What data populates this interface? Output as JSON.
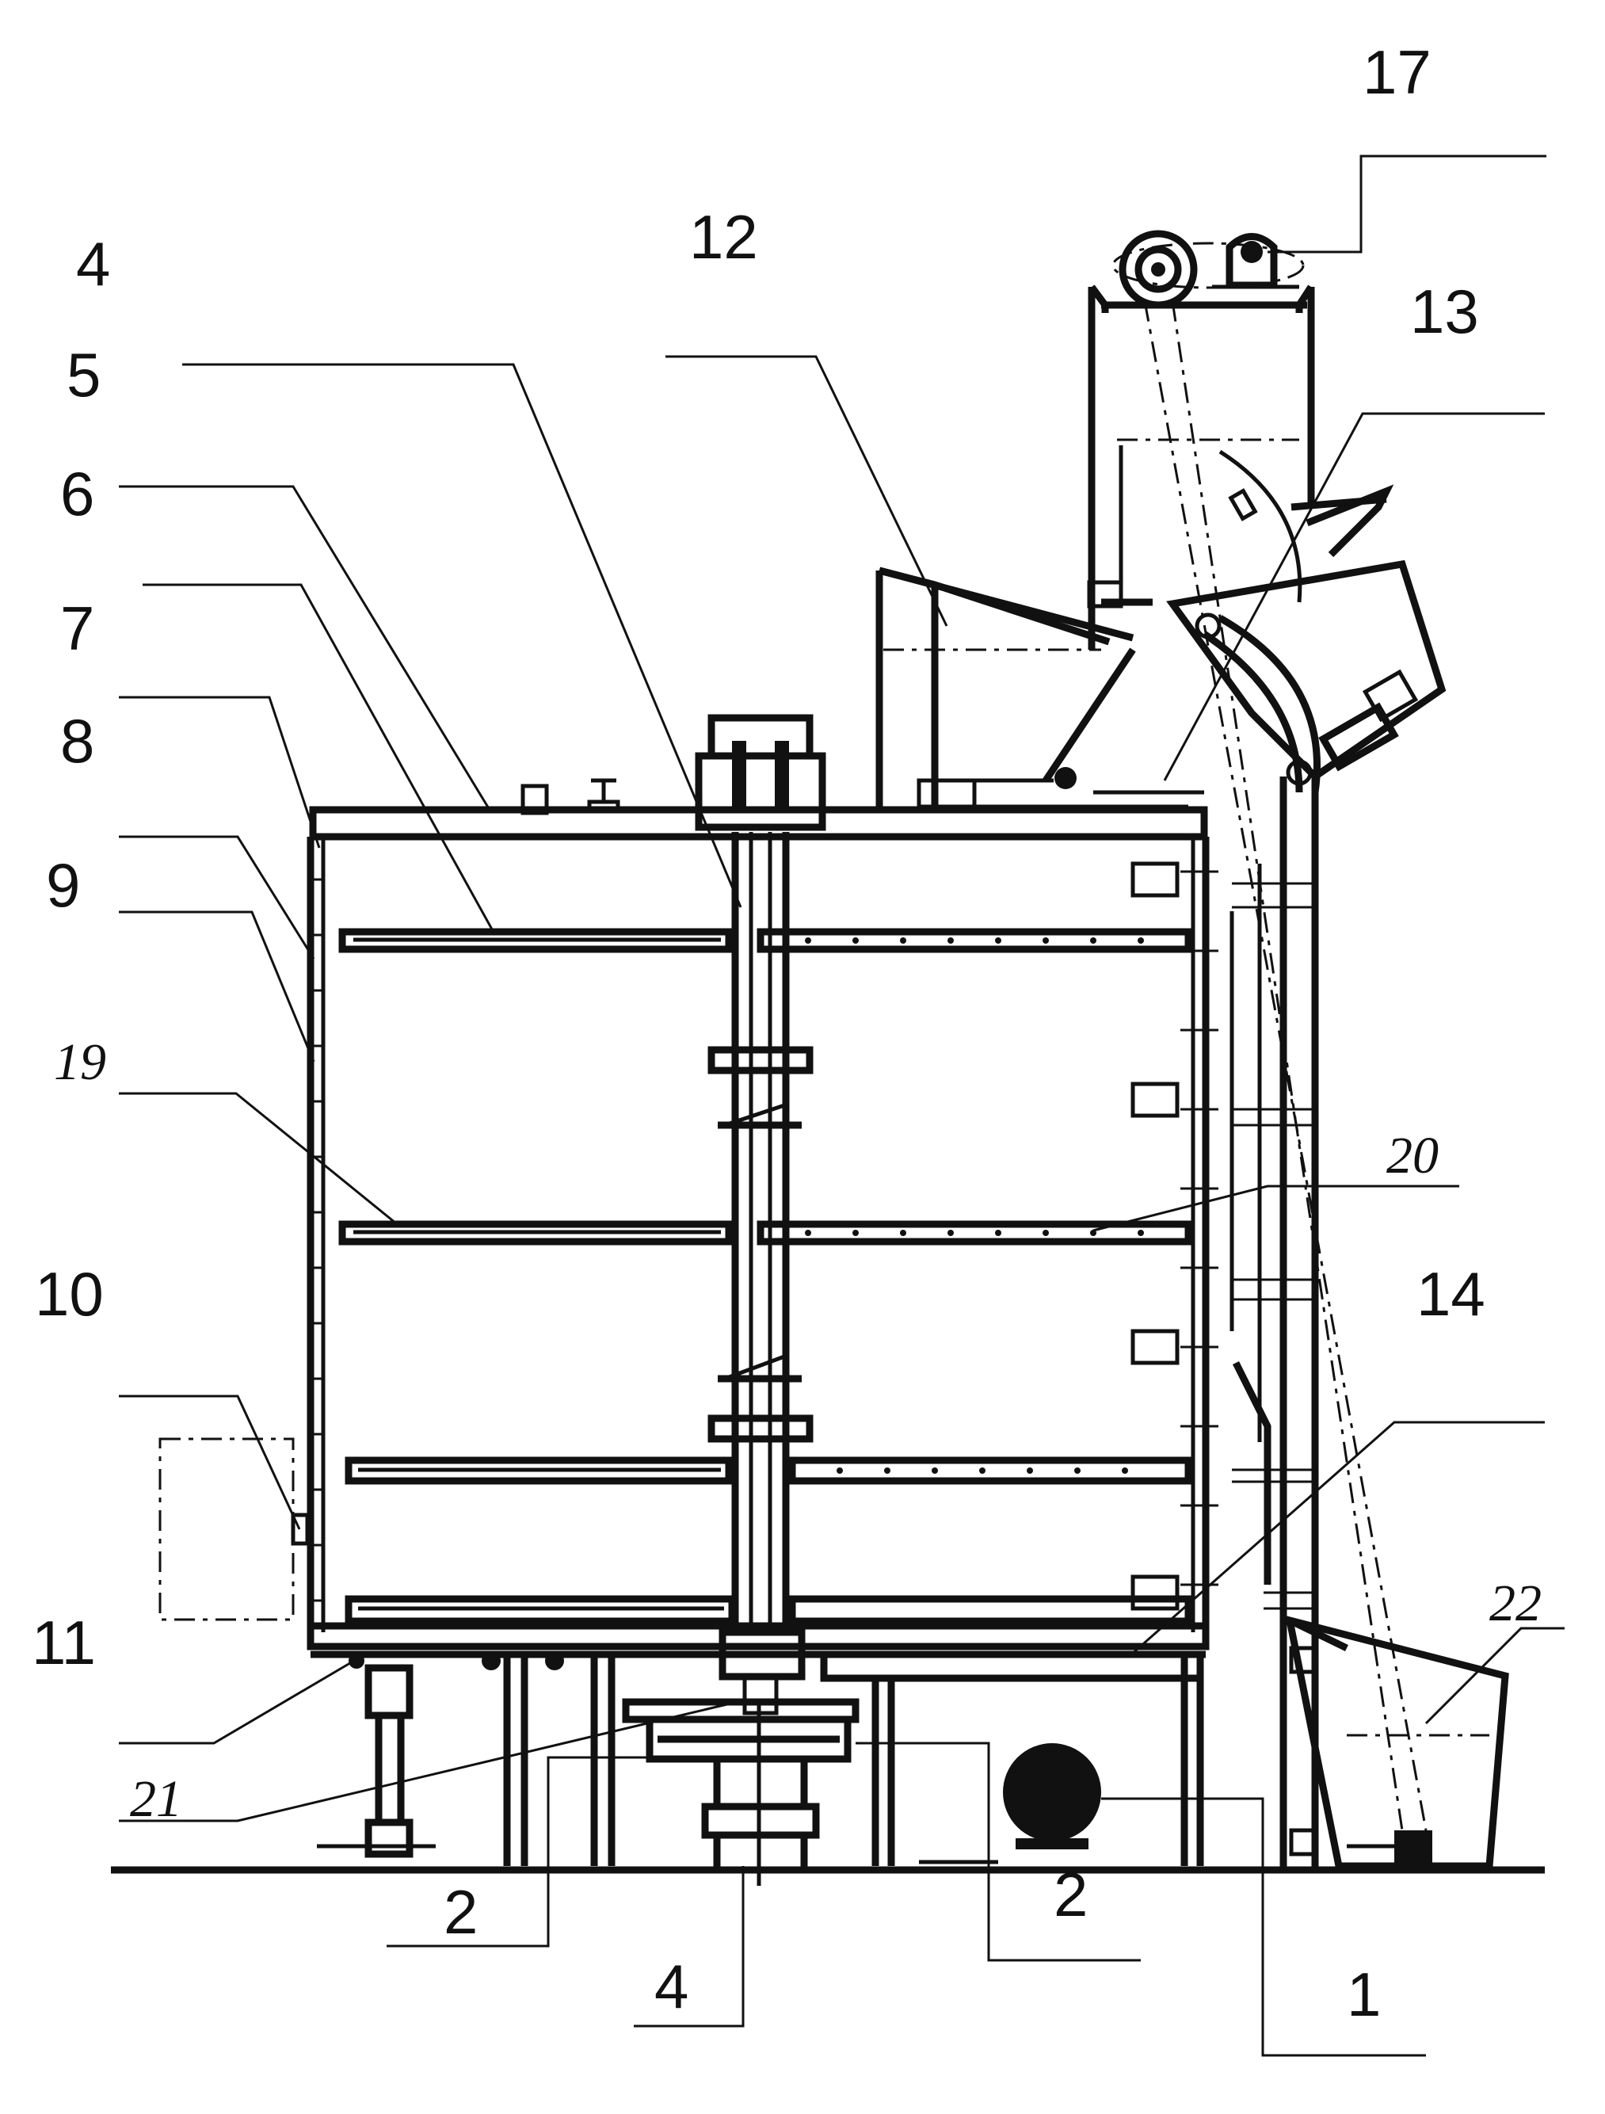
{
  "labels": {
    "l17": "17",
    "l4a": "4",
    "l12": "12",
    "l13": "13",
    "l5": "5",
    "l6": "6",
    "l7": "7",
    "l8": "8",
    "l9": "9",
    "l19": "19",
    "l20": "20",
    "l10": "10",
    "l14": "14",
    "l22": "22",
    "l11": "11",
    "l21": "21",
    "l2a": "2",
    "l2b": "2",
    "l4b": "4",
    "l1": "1"
  }
}
